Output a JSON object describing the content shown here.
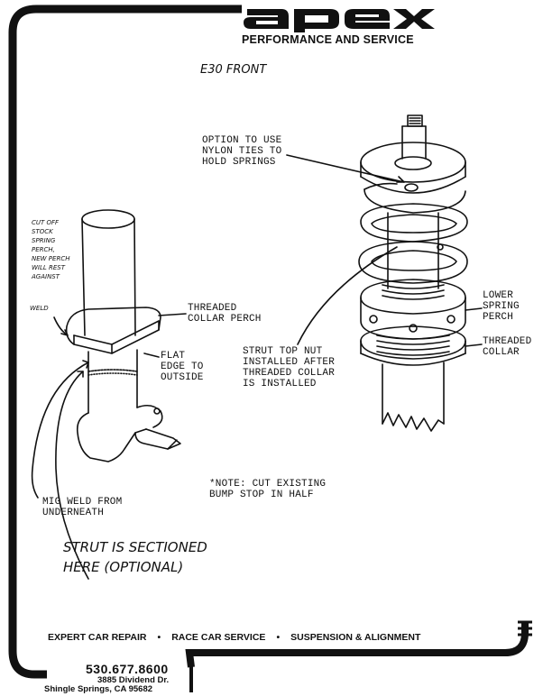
{
  "header": {
    "logo_text": "apex",
    "tagline": "PERFORMANCE AND SERVICE"
  },
  "diagram": {
    "title": "E30 FRONT",
    "labels": {
      "nylon_ties": "OPTION TO USE\nNYLON TIES TO\nHOLD SPRINGS",
      "cut_off": "CUT OFF\nSTOCK\nSPRING\nPERCH,\nNEW PERCH\nWILL REST\nAGAINST",
      "weld": "WELD",
      "threaded_collar_perch": "THREADED\nCOLLAR PERCH",
      "flat_edge": "FLAT\nEDGE TO\nOUTSIDE",
      "strut_top_nut": "STRUT TOP NUT\nINSTALLED AFTER\nTHREADED COLLAR\nIS INSTALLED",
      "lower_spring_perch": "LOWER\nSPRING\nPERCH",
      "threaded_collar": "THREADED\nCOLLAR",
      "note": "*NOTE: CUT EXISTING\nBUMP STOP IN HALF",
      "mig_weld": "MIG WELD FROM\nUNDERNEATH",
      "sectioned": "STRUT IS SECTIONED\nHERE (OPTIONAL)"
    }
  },
  "footer": {
    "services": [
      "EXPERT CAR REPAIR",
      "RACE CAR SERVICE",
      "SUSPENSION & ALIGNMENT"
    ],
    "separator": "•",
    "phone": "530.677.8600",
    "address_line1": "3885 Dividend Dr.",
    "address_line2": "Shingle Springs, CA 95682"
  }
}
